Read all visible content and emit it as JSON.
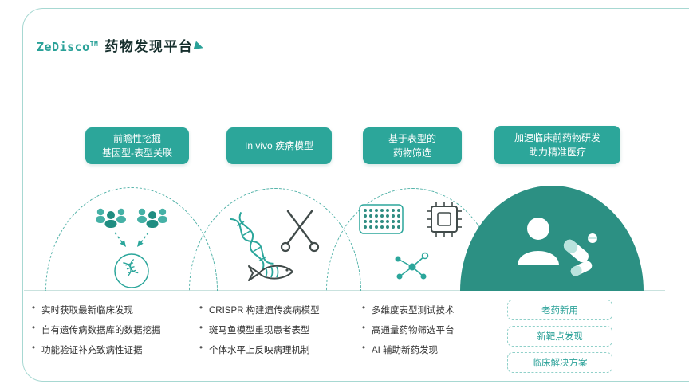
{
  "slide": {
    "brand": "ZeDisco",
    "brand_tm": "TM",
    "title": "药物发现平台"
  },
  "columns": [
    {
      "header_lines": [
        "前瞻性挖掘",
        "基因型-表型关联"
      ],
      "bullets": [
        "实时获取最新临床发现",
        "自有遗传病数据库的数据挖掘",
        "功能验证补充致病性证据"
      ],
      "icons": [
        "people-group",
        "people-group",
        "arrow-down",
        "arrow-down",
        "dna-circle"
      ]
    },
    {
      "header_lines": [
        "In vivo 疾病模型"
      ],
      "bullets": [
        "CRISPR 构建遗传疾病模型",
        "斑马鱼模型重现患者表型",
        "个体水平上反映病理机制"
      ],
      "icons": [
        "dna-helix",
        "scissors",
        "zebrafish"
      ]
    },
    {
      "header_lines": [
        "基于表型的",
        "药物筛选"
      ],
      "bullets": [
        "多维度表型测试技术",
        "高通量药物筛选平台",
        "AI 辅助新药发现"
      ],
      "icons": [
        "microplate",
        "chip",
        "molecule-network"
      ]
    },
    {
      "header_lines": [
        "加速临床前药物研发",
        "助力精准医疗"
      ],
      "tags": [
        "老药新用",
        "新靶点发现",
        "临床解决方案"
      ],
      "icons": [
        "patient",
        "pills"
      ]
    }
  ],
  "colors": {
    "accent": "#2AA198",
    "pill_bg": "#2CA69A",
    "dome_filled": "#2C9083",
    "dome_dashed": "#54B3A9",
    "frame_line": "#A7D8D2",
    "baseline": "#C9E2DE",
    "text_dark": "#333333",
    "icon_dark": "#414B4A"
  }
}
